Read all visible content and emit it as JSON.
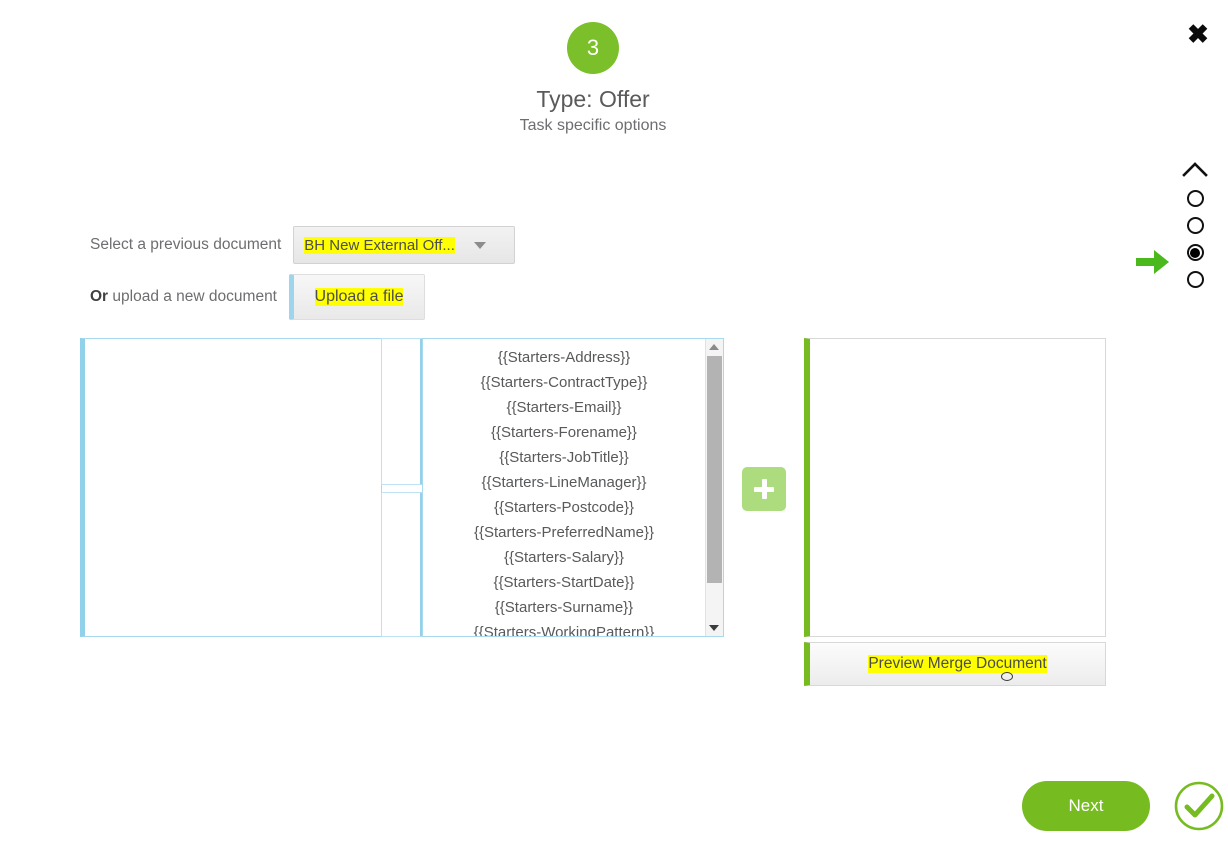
{
  "window": {
    "close_label": "✖"
  },
  "header": {
    "step_number": "3",
    "title": "Type: Offer",
    "subtitle": "Task specific options",
    "accent_green": "#76bc21"
  },
  "stepper": {
    "collapse_icon": "chevron-up-icon",
    "arrow_icon": "green-right-arrow-icon",
    "total_steps": 4,
    "active_step": 3,
    "dots": [
      "step-1",
      "step-2",
      "step-3",
      "step-4"
    ]
  },
  "form": {
    "select_label": "Select a previous document",
    "select_value": "BH New External Off...",
    "upload_label_bold": "Or",
    "upload_label_rest": " upload a new document",
    "upload_button_label": "Upload a file",
    "highlight_color": "#ffff00",
    "accent_blue": "#92d1ea"
  },
  "panels": {
    "left_dropzone_name": "document-drop-area",
    "right_dropzone_name": "merge-output-area",
    "add_button_icon": "plus-icon",
    "preview_button_label": "Preview Merge Document"
  },
  "merge_fields": {
    "items": [
      "{{Starters-Address}}",
      "{{Starters-ContractType}}",
      "{{Starters-Email}}",
      "{{Starters-Forename}}",
      "{{Starters-JobTitle}}",
      "{{Starters-LineManager}}",
      "{{Starters-Postcode}}",
      "{{Starters-PreferredName}}",
      "{{Starters-Salary}}",
      "{{Starters-StartDate}}",
      "{{Starters-Surname}}",
      "{{Starters-WorkingPattern}}"
    ],
    "scroll_up_icon": "triangle-up-icon",
    "scroll_down_icon": "triangle-down-icon"
  },
  "footer": {
    "next_label": "Next",
    "confirm_icon": "check-circle-icon"
  }
}
